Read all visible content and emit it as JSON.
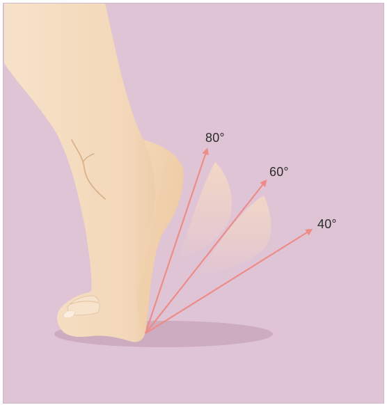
{
  "angle_labels": {
    "a80": "80°",
    "a60": "60°",
    "a40": "40°"
  },
  "colors": {
    "background": "#dfc4d5",
    "skin": "#f4dcc0",
    "skin_shadow": "#e2bf9a",
    "arrow": "#ee8b86",
    "shadow": "#c9a8ba"
  }
}
